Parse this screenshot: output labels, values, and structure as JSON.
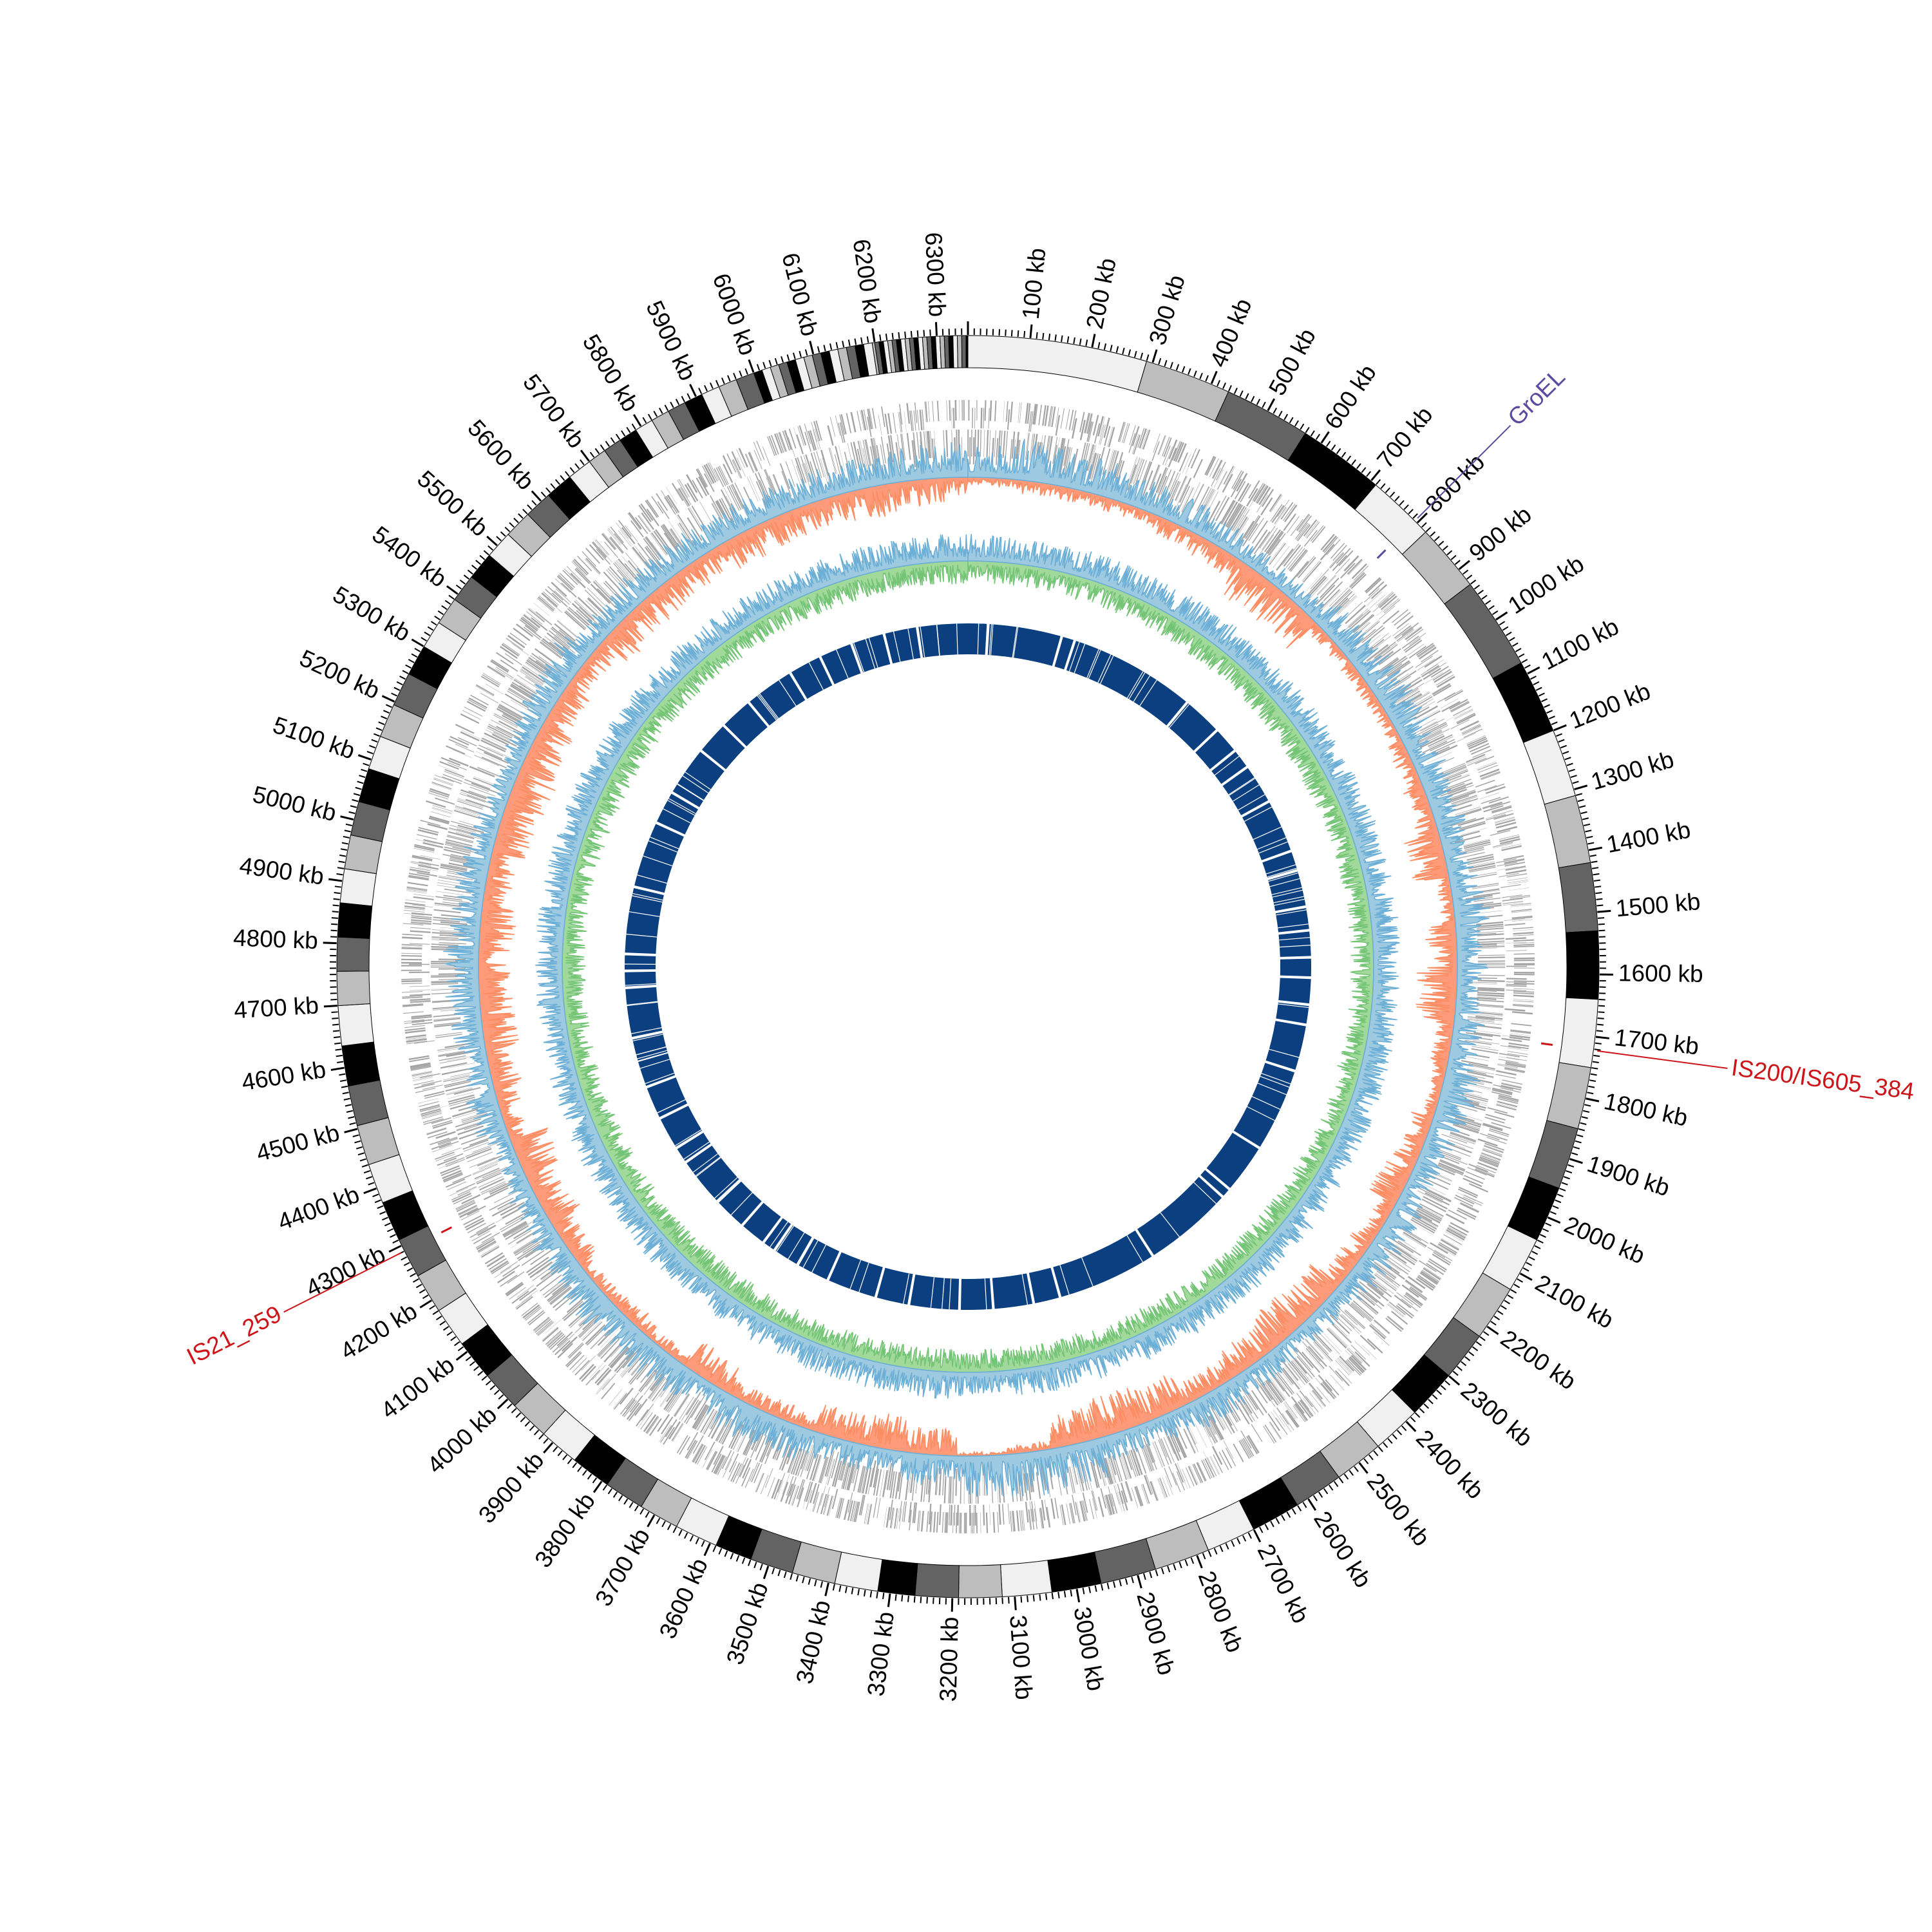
{
  "chart_data": {
    "type": "circular-genome-plot",
    "title": "",
    "genome_length_kb": 6350,
    "major_tick_kb": 100,
    "minor_tick_kb": 10,
    "tick_labels": [
      "100 kb",
      "200 kb",
      "300 kb",
      "400 kb",
      "500 kb",
      "600 kb",
      "700 kb",
      "800 kb",
      "900 kb",
      "1000 kb",
      "1100 kb",
      "1200 kb",
      "1300 kb",
      "1400 kb",
      "1500 kb",
      "1600 kb",
      "1700 kb",
      "1800 kb",
      "1900 kb",
      "2000 kb",
      "2100 kb",
      "2200 kb",
      "2300 kb",
      "2400 kb",
      "2500 kb",
      "2600 kb",
      "2700 kb",
      "2800 kb",
      "2900 kb",
      "3000 kb",
      "3100 kb",
      "3200 kb",
      "3300 kb",
      "3400 kb",
      "3500 kb",
      "3600 kb",
      "3700 kb",
      "3800 kb",
      "3900 kb",
      "4000 kb",
      "4100 kb",
      "4200 kb",
      "4300 kb",
      "4400 kb",
      "4500 kb",
      "4600 kb",
      "4700 kb",
      "4800 kb",
      "4900 kb",
      "5000 kb",
      "5100 kb",
      "5200 kb",
      "5300 kb",
      "5400 kb",
      "5500 kb",
      "5600 kb",
      "5700 kb",
      "5800 kb",
      "5900 kb",
      "6000 kb",
      "6100 kb",
      "6200 kb",
      "6300 kb"
    ],
    "ideogram": {
      "colors": [
        "#f0f0f0",
        "#bdbdbd",
        "#636363",
        "#000000"
      ],
      "contig_boundaries_kb": [
        0,
        290,
        430,
        570,
        710,
        820,
        930,
        1080,
        1200,
        1310,
        1420,
        1530,
        1640,
        1750,
        1850,
        1950,
        2040,
        2130,
        2220,
        2300,
        2380,
        2460,
        2540,
        2620,
        2700,
        2780,
        2870,
        2960,
        3040,
        3120,
        3190,
        3260,
        3320,
        3390,
        3460,
        3530,
        3590,
        3660
      ],
      "remaining_contig_widths_kb": [
        {
          "until": 4700,
          "width": 65
        },
        {
          "until": 5300,
          "width": 55
        },
        {
          "until": 5700,
          "width": 45
        },
        {
          "until": 6000,
          "width": 30
        },
        {
          "until": 6200,
          "width": 14
        },
        {
          "until": 6350,
          "width": 7
        }
      ]
    },
    "gene_track": {
      "color": "#a3a3a3",
      "strands": [
        "forward",
        "reverse"
      ]
    },
    "gc_track_outer": {
      "bin_kb": 100,
      "series": [
        {
          "name": "positive",
          "color": "#6baed6",
          "values": [
            0.7,
            0.8,
            0.7,
            0.6,
            0.6,
            0.5,
            0.4,
            0.4,
            0.6,
            0.7,
            0.7,
            0.6,
            0.6,
            0.5,
            0.7,
            0.6,
            0.5,
            0.6,
            0.7,
            0.6,
            0.5,
            0.6,
            0.6,
            0.5,
            0.4,
            0.5,
            0.6,
            0.5,
            0.5,
            0.8,
            0.9,
            0.8,
            0.6,
            0.5,
            0.5,
            0.7,
            0.7,
            0.6,
            0.7,
            0.6,
            0.7,
            0.6,
            0.5,
            0.4,
            0.6,
            0.5,
            0.6,
            0.7,
            0.6,
            0.6,
            0.5,
            0.4,
            0.5,
            0.6,
            0.7,
            0.5,
            0.6,
            0.6,
            0.6,
            0.6,
            0.6,
            0.6,
            0.7,
            0.7
          ]
        },
        {
          "name": "negative",
          "color": "#fc8d62",
          "values": [
            0.2,
            0.3,
            0.3,
            0.3,
            0.4,
            0.5,
            0.9,
            0.9,
            0.3,
            0.3,
            0.3,
            0.4,
            0.5,
            0.8,
            0.3,
            0.7,
            0.9,
            0.4,
            0.3,
            0.5,
            0.7,
            0.4,
            0.5,
            0.8,
            0.9,
            0.7,
            0.5,
            0.8,
            0.9,
            0.8,
            0.2,
            0.1,
            0.6,
            0.8,
            0.7,
            0.4,
            0.4,
            0.7,
            0.3,
            0.4,
            0.3,
            0.5,
            0.8,
            0.9,
            0.5,
            0.7,
            0.8,
            0.7,
            0.8,
            0.6,
            0.8,
            0.9,
            0.8,
            0.6,
            0.5,
            0.8,
            0.7,
            0.6,
            0.7,
            0.7,
            0.6,
            0.7,
            0.6,
            0.4
          ]
        }
      ]
    },
    "gc_track_inner": {
      "series": [
        {
          "name": "positive",
          "color": "#6baed6",
          "mean_amplitude": 0.6
        },
        {
          "name": "negative",
          "color": "#74c476",
          "mean_amplitude": 0.65
        }
      ]
    },
    "feature_track": {
      "color": "#0b3f7f",
      "gaps_kb": [
        60,
        280,
        320,
        700,
        820,
        900,
        960,
        1080,
        1240,
        1300,
        1410,
        1480,
        1560,
        1620,
        1700,
        1760,
        1900,
        2150,
        2300,
        2330,
        2600,
        2900,
        2980,
        3100,
        3200,
        3350,
        3450,
        3600,
        3700,
        3780,
        3820,
        3900,
        4000,
        4150,
        4200,
        4300,
        4400,
        4550,
        4700,
        4750,
        4800,
        5000,
        5200,
        5300,
        5450,
        5550,
        5650,
        5800,
        5900,
        6000,
        6100,
        6200
      ]
    },
    "annotations": [
      {
        "label": "GroEL",
        "position_kb": 795,
        "color": "#5b4a9f"
      },
      {
        "label": "IS200/IS605_384",
        "position_kb": 1722,
        "color": "#cc1419"
      },
      {
        "label": "IS21_259",
        "position_kb": 4290,
        "color": "#cc1419"
      }
    ]
  }
}
